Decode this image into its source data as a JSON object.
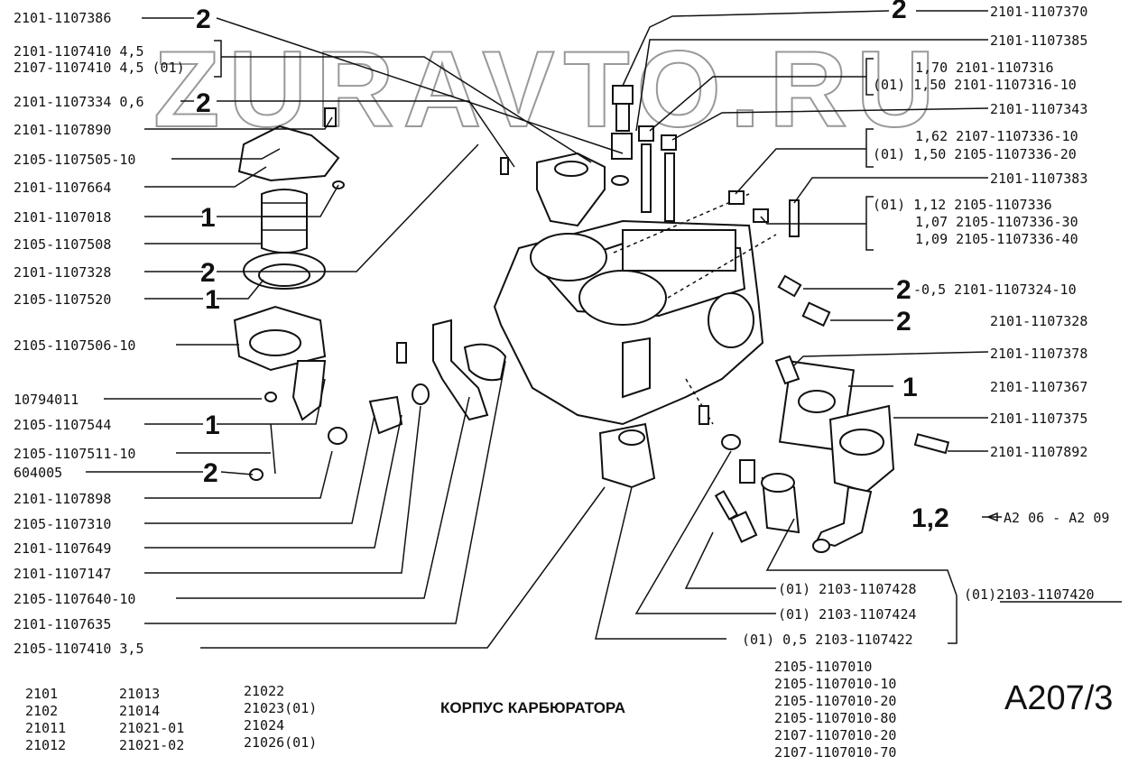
{
  "watermark": "ZURAVTO.RU",
  "title": "КОРПУС КАРБЮРАТОРА",
  "page_code": "A207/3",
  "footnote": {
    "code": "1,2",
    "ref": "A2 06 - A2 09"
  },
  "models_col1": [
    "2101",
    "2102",
    "21011",
    "21012"
  ],
  "models_col2": [
    "21013",
    "21014",
    "21021-01",
    "21021-02"
  ],
  "models_col3": [
    "21022",
    "21023(01)",
    "21024",
    "21026(01)"
  ],
  "assembly_numbers": [
    "2105-1107010",
    "2105-1107010-10",
    "2105-1107010-20",
    "2105-1107010-80",
    "2107-1107010-20",
    "2107-1107010-70"
  ],
  "left_labels": [
    {
      "text": "2101-1107386",
      "qty": "2"
    },
    {
      "text": "2101-1107410 4,5",
      "qty": ""
    },
    {
      "text": "2107-1107410 4,5 (01)",
      "qty": ""
    },
    {
      "text": "2101-1107334  0,6",
      "qty": "2"
    },
    {
      "text": "2101-1107890",
      "qty": ""
    },
    {
      "text": "2105-1107505-10",
      "qty": ""
    },
    {
      "text": "2101-1107664",
      "qty": ""
    },
    {
      "text": "2101-1107018",
      "qty": "1"
    },
    {
      "text": "2105-1107508",
      "qty": ""
    },
    {
      "text": "2101-1107328",
      "qty": "2"
    },
    {
      "text": "2105-1107520",
      "qty": "1"
    },
    {
      "text": "2105-1107506-10",
      "qty": ""
    },
    {
      "text": "10794011",
      "qty": ""
    },
    {
      "text": "2105-1107544",
      "qty": "1"
    },
    {
      "text": "2105-1107511-10",
      "qty": ""
    },
    {
      "text": "604005",
      "qty": "2"
    },
    {
      "text": "2101-1107898",
      "qty": ""
    },
    {
      "text": "2105-1107310",
      "qty": ""
    },
    {
      "text": "2101-1107649",
      "qty": ""
    },
    {
      "text": "2101-1107147",
      "qty": ""
    },
    {
      "text": "2105-1107640-10",
      "qty": ""
    },
    {
      "text": "2101-1107635",
      "qty": ""
    },
    {
      "text": "2105-1107410  3,5",
      "qty": ""
    }
  ],
  "right_labels": [
    {
      "text": "2101-1107370",
      "qty": "2"
    },
    {
      "text": "2101-1107385",
      "qty": ""
    },
    {
      "text": "1,70     2101-1107316",
      "qty": ""
    },
    {
      "text": "(01) 1,50  2101-1107316-10",
      "qty": ""
    },
    {
      "text": "2101-1107343",
      "qty": ""
    },
    {
      "text": "1,62  2107-1107336-10",
      "qty": ""
    },
    {
      "text": "(01)  1,50  2105-1107336-20",
      "qty": ""
    },
    {
      "text": "2101-1107383",
      "qty": ""
    },
    {
      "text": "(01)  1,12       2105-1107336",
      "qty": ""
    },
    {
      "text": "1,07  2105-1107336-30",
      "qty": ""
    },
    {
      "text": "1,09  2105-1107336-40",
      "qty": ""
    },
    {
      "text": "-0,5  2101-1107324-10",
      "qty": "2"
    },
    {
      "text": "2101-1107328",
      "qty": "2"
    },
    {
      "text": "2101-1107378",
      "qty": ""
    },
    {
      "text": "2101-1107367",
      "qty": "1"
    },
    {
      "text": "2101-1107375",
      "qty": ""
    },
    {
      "text": "2101-1107892",
      "qty": ""
    }
  ],
  "bottom_labels": [
    {
      "text": "(01) 2103-1107428"
    },
    {
      "text": "(01) 2103-1107424"
    },
    {
      "text": "(01)  0,5  2103-1107422"
    },
    {
      "text": "(01)2103-1107420"
    }
  ]
}
